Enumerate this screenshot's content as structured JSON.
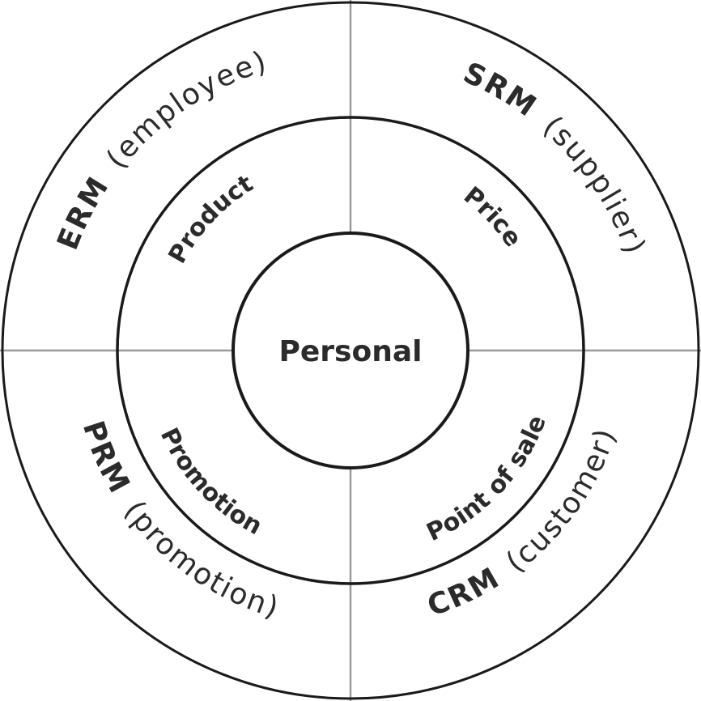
{
  "center": {
    "label": "Personal"
  },
  "inner_ring": {
    "top_left": "Product",
    "top_right": "Price",
    "bottom_left": "Promotion",
    "bottom_right": "Point of sale"
  },
  "outer_ring": {
    "top_left": {
      "acronym": "ERM",
      "qualifier": "(employee)"
    },
    "top_right": {
      "acronym": "SRM",
      "qualifier": "(supplier)"
    },
    "bottom_left": {
      "acronym": "PRM",
      "qualifier": "(promotion)"
    },
    "bottom_right": {
      "acronym": "CRM",
      "qualifier": "(customer)"
    }
  },
  "colors": {
    "stroke": "#1a1a1a",
    "divider": "#9a9a9a",
    "text": "#2b2b2b"
  }
}
